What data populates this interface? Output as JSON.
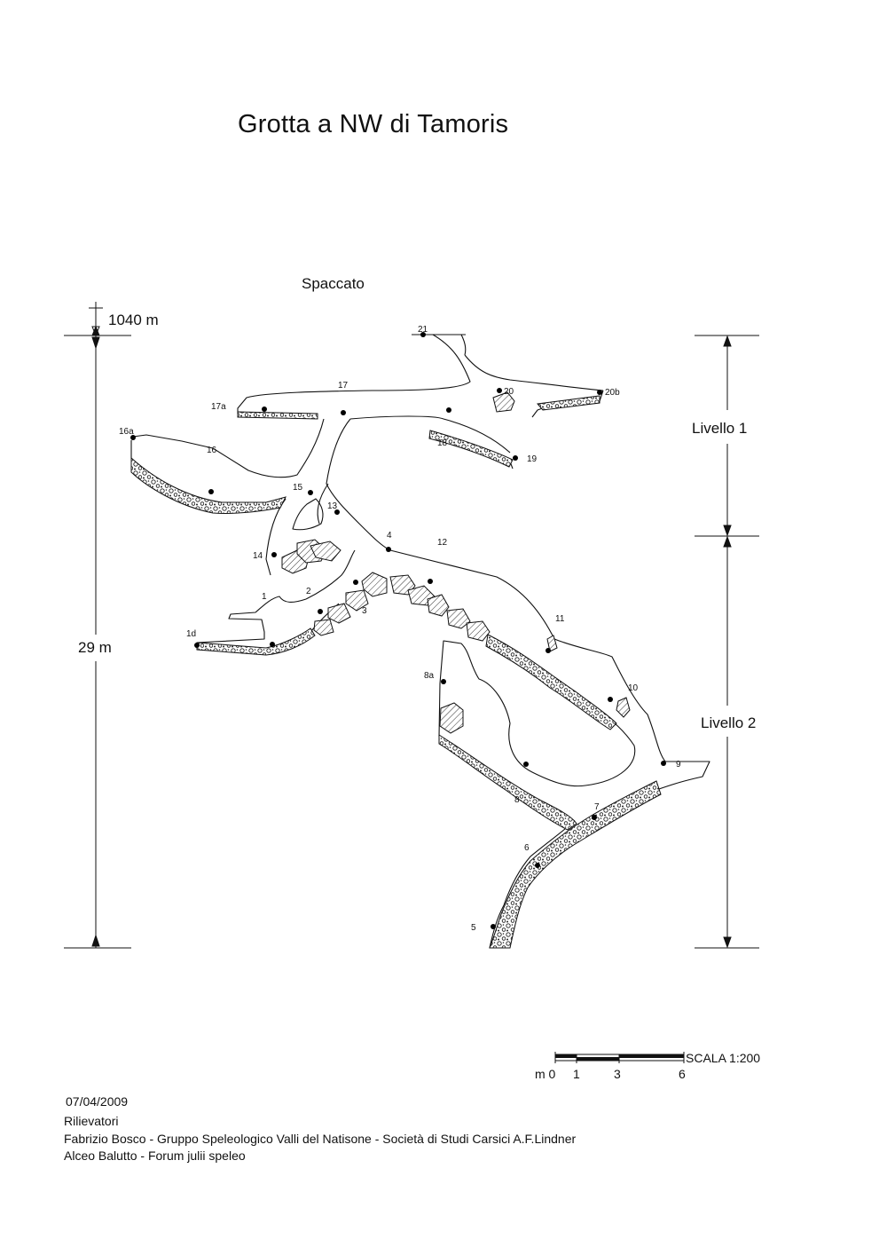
{
  "title": "Grotta a NW di Tamoris",
  "section_label": "Spaccato",
  "entrance_elevation": "1040 m",
  "total_depth": "29 m",
  "levels": [
    "Livello 1",
    "Livello 2"
  ],
  "scale": {
    "label": "SCALA 1:200",
    "ticks": [
      "m 0",
      "1",
      "3",
      "6"
    ]
  },
  "date": "07/04/2009",
  "surveyors": {
    "heading": "Rilievatori",
    "names": [
      "Fabrizio Bosco - Gruppo Speleologico Valli del Natisone - Società di Studi Carsici A.F.Lindner",
      "Alceo Balutto - Forum julii speleo"
    ]
  },
  "stations": [
    "21",
    "17",
    "20",
    "20b",
    "17a",
    "16a",
    "16",
    "18",
    "19",
    "15",
    "13",
    "4",
    "12",
    "14",
    "1",
    "2",
    "3",
    "1d",
    "11",
    "8a",
    "10",
    "9",
    "8",
    "7",
    "6",
    "5"
  ]
}
